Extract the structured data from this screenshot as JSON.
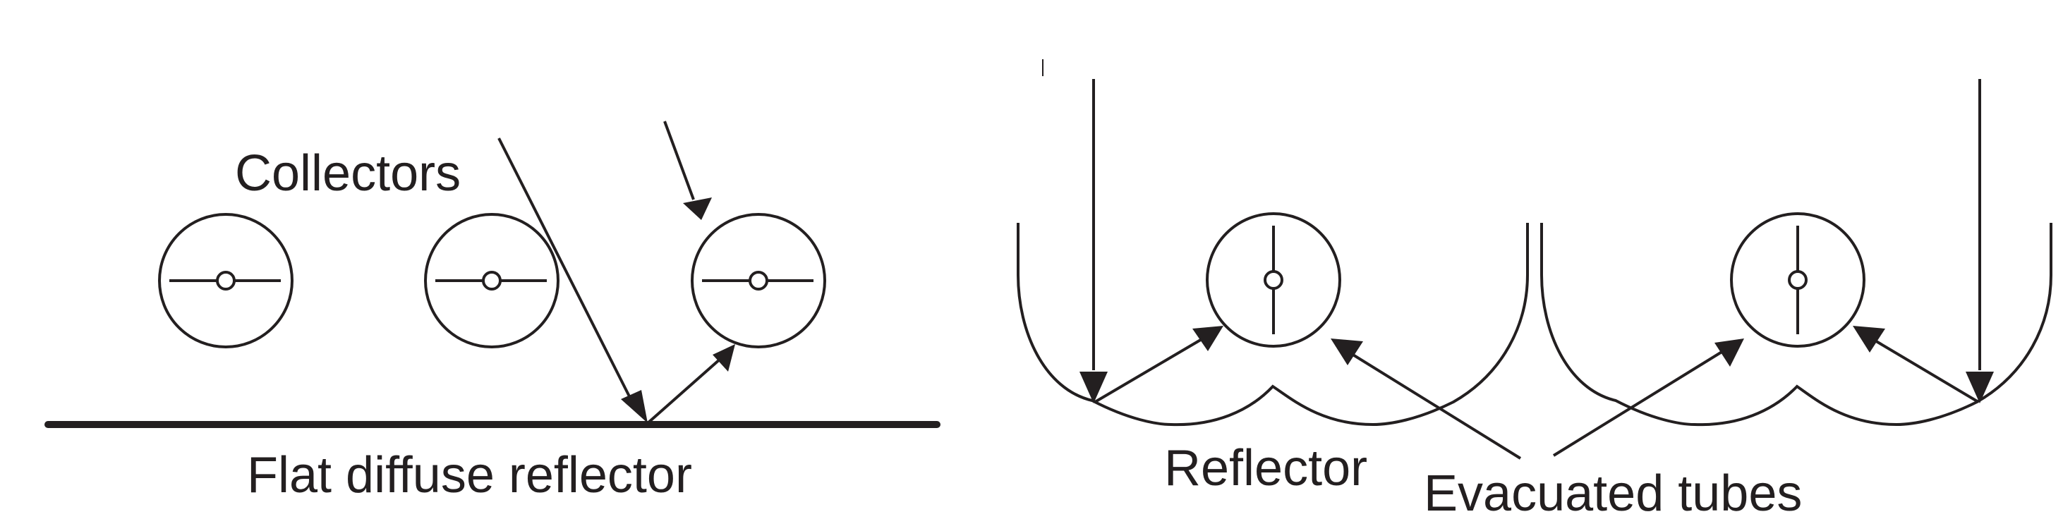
{
  "left_panel": {
    "collectors_label": "Collectors",
    "reflector_label": "Flat diffuse reflector"
  },
  "right_panel": {
    "reflector_label": "Reflector",
    "tubes_label": "Evacuated tubes"
  },
  "colors": {
    "ink": "#231f20",
    "background": "#ffffff"
  }
}
